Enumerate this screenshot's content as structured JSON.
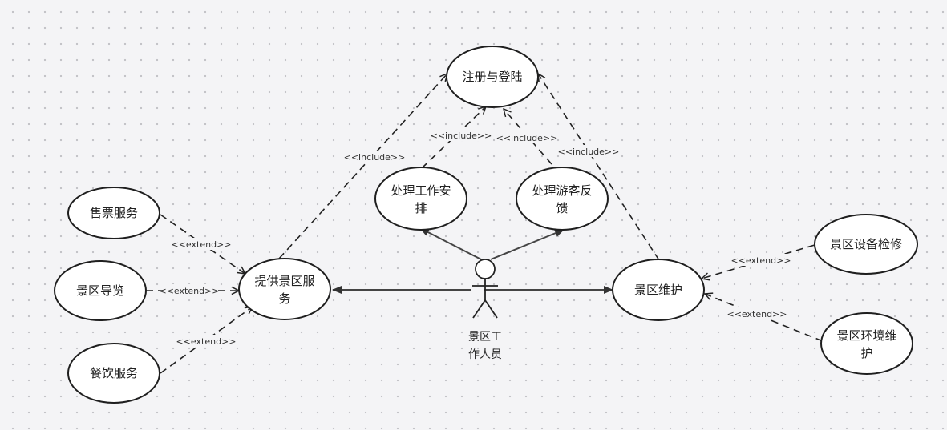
{
  "actor": {
    "name_line1": "景区工",
    "name_line2": "作人员"
  },
  "use_cases": {
    "register_login": "注册与登陆",
    "handle_schedule_1": "处理工作安",
    "handle_schedule_2": "排",
    "handle_feedback_1": "处理游客反",
    "handle_feedback_2": "馈",
    "ticket_service": "售票服务",
    "scenic_guide": "景区导览",
    "dining_service": "餐饮服务",
    "provide_service_1": "提供景区服",
    "provide_service_2": "务",
    "scenic_maintenance": "景区维护",
    "equipment_repair": "景区设备检修",
    "env_maintenance_1": "景区环境维",
    "env_maintenance_2": "护"
  },
  "relations": {
    "include": "<<include>>",
    "extend": "<<extend>>"
  }
}
